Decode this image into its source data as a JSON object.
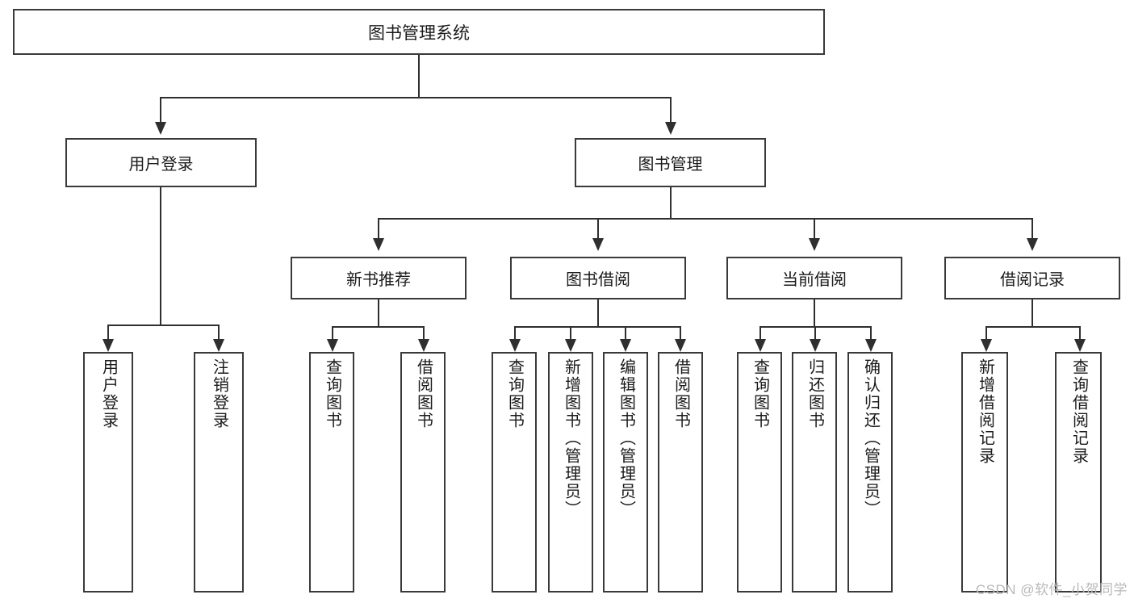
{
  "diagram": {
    "type": "tree",
    "title": "图书管理系统",
    "watermark": "CSDN @软件_小贺同学",
    "colors": {
      "background": "#ffffff",
      "box_border": "#3a3a3a",
      "connector": "#2f2f2f",
      "text": "#1b1b1b",
      "watermark": "#b9b9b9"
    },
    "root": {
      "label": "图书管理系统"
    },
    "level1": [
      {
        "id": "user-login",
        "label": "用户登录"
      },
      {
        "id": "book-management",
        "label": "图书管理"
      }
    ],
    "level2": [
      {
        "id": "new-book-recommend",
        "label": "新书推荐",
        "parent": "book-management"
      },
      {
        "id": "book-borrow",
        "label": "图书借阅",
        "parent": "book-management"
      },
      {
        "id": "current-borrow",
        "label": "当前借阅",
        "parent": "book-management"
      },
      {
        "id": "borrow-record",
        "label": "借阅记录",
        "parent": "book-management"
      }
    ],
    "leaves": {
      "user-login": [
        {
          "id": "leaf-user-login",
          "label": "用户登录"
        },
        {
          "id": "leaf-logout",
          "label": "注销登录"
        }
      ],
      "new-book-recommend": [
        {
          "id": "leaf-query-book-1",
          "label": "查询图书"
        },
        {
          "id": "leaf-borrow-book-1",
          "label": "借阅图书"
        }
      ],
      "book-borrow": [
        {
          "id": "leaf-query-book-2",
          "label": "查询图书"
        },
        {
          "id": "leaf-add-book",
          "label": "新增图书（管理员）"
        },
        {
          "id": "leaf-edit-book",
          "label": "编辑图书（管理员）"
        },
        {
          "id": "leaf-borrow-book-2",
          "label": "借阅图书"
        }
      ],
      "current-borrow": [
        {
          "id": "leaf-query-book-3",
          "label": "查询图书"
        },
        {
          "id": "leaf-return-book",
          "label": "归还图书"
        },
        {
          "id": "leaf-confirm-return",
          "label": "确认归还（管理员）"
        }
      ],
      "borrow-record": [
        {
          "id": "leaf-add-record",
          "label": "新增借阅记录"
        },
        {
          "id": "leaf-query-record",
          "label": "查询借阅记录"
        }
      ]
    }
  }
}
